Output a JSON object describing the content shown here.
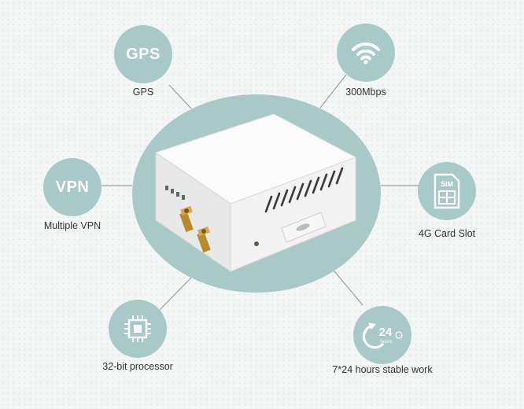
{
  "features": [
    {
      "id": "gps",
      "badge_text": "GPS",
      "icon": "gps-text-icon",
      "label": "GPS"
    },
    {
      "id": "wifi",
      "badge_text": "",
      "icon": "wifi-icon",
      "label": "300Mbps"
    },
    {
      "id": "vpn",
      "badge_text": "VPN",
      "icon": "vpn-text-icon",
      "label": "Multiple VPN"
    },
    {
      "id": "sim",
      "badge_text": "",
      "icon": "sim-card-icon",
      "label": "4G Card Slot",
      "icon_text": "SIM"
    },
    {
      "id": "cpu",
      "badge_text": "",
      "icon": "processor-chip-icon",
      "label": "32-bit processor"
    },
    {
      "id": "clock",
      "badge_text": "",
      "icon": "24-hours-icon",
      "label": "7*24 hours stable work",
      "icon_text": "24",
      "icon_subtext": "hours"
    }
  ],
  "colors": {
    "accent": "#a9c9c8",
    "line": "#9aa0a0",
    "text": "#2f3535",
    "icon": "#ffffff"
  }
}
